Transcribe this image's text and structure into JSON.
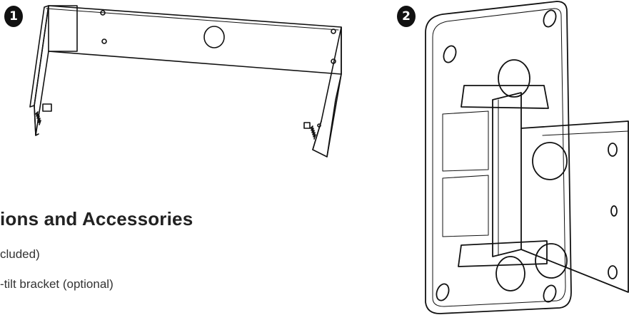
{
  "badges": {
    "first": "1",
    "second": "2"
  },
  "section": {
    "heading": "ions and Accessories",
    "items": [
      {
        "text": "cluded)"
      },
      {
        "text": "-tilt bracket (optional)"
      }
    ]
  },
  "illustrations": {
    "first": {
      "icon": "u-bracket-illustration"
    },
    "second": {
      "icon": "pan-tilt-bracket-illustration"
    }
  },
  "colors": {
    "ink": "#1a1a1a",
    "badge": "#111111",
    "background": "#ffffff"
  }
}
